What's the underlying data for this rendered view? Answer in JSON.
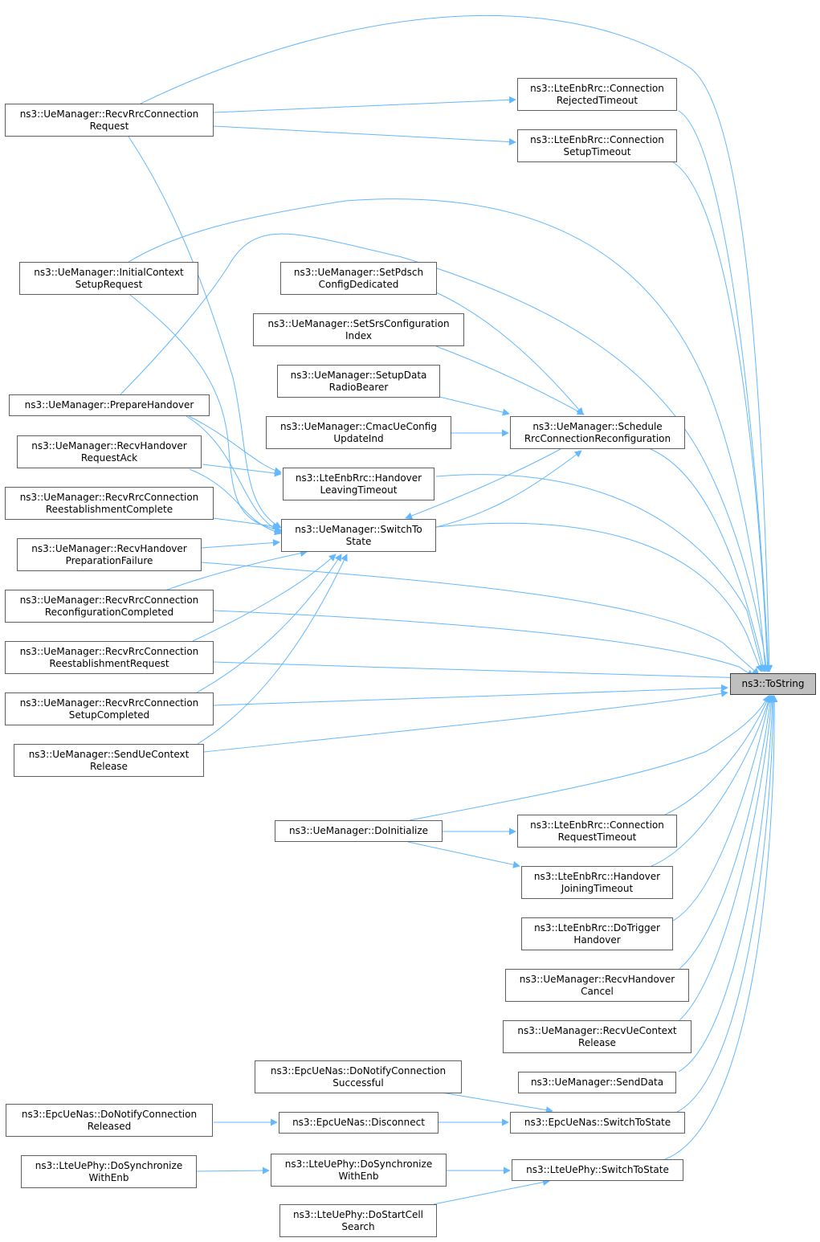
{
  "diagram": {
    "edge_color": "#63b8ff",
    "root_fill": "#bfbfbf",
    "nodes": {
      "tostring": [
        "ns3::ToString"
      ],
      "recv_rrc_conn_req": [
        "ns3::UeManager::RecvRrcConnection",
        "Request"
      ],
      "conn_rejected_timeout": [
        "ns3::LteEnbRrc::Connection",
        "RejectedTimeout"
      ],
      "conn_setup_timeout": [
        "ns3::LteEnbRrc::Connection",
        "SetupTimeout"
      ],
      "initial_context_setup": [
        "ns3::UeManager::InitialContext",
        "SetupRequest"
      ],
      "set_pdsch": [
        "ns3::UeManager::SetPdsch",
        "ConfigDedicated"
      ],
      "set_srs": [
        "ns3::UeManager::SetSrsConfiguration",
        "Index"
      ],
      "setup_data_rb": [
        "ns3::UeManager::SetupData",
        "RadioBearer"
      ],
      "cmac_ue_config": [
        "ns3::UeManager::CmacUeConfig",
        "UpdateInd"
      ],
      "schedule_rrc_reconf": [
        "ns3::UeManager::Schedule",
        "RrcConnectionReconfiguration"
      ],
      "prepare_handover": [
        "ns3::UeManager::PrepareHandover"
      ],
      "recv_handover_req_ack": [
        "ns3::UeManager::RecvHandover",
        "RequestAck"
      ],
      "handover_leaving_timeout": [
        "ns3::LteEnbRrc::Handover",
        "LeavingTimeout"
      ],
      "recv_reest_complete": [
        "ns3::UeManager::RecvRrcConnection",
        "ReestablishmentComplete"
      ],
      "switch_to_state": [
        "ns3::UeManager::SwitchTo",
        "State"
      ],
      "recv_handover_prep_failure": [
        "ns3::UeManager::RecvHandover",
        "PreparationFailure"
      ],
      "recv_reconf_completed": [
        "ns3::UeManager::RecvRrcConnection",
        "ReconfigurationCompleted"
      ],
      "recv_reest_request": [
        "ns3::UeManager::RecvRrcConnection",
        "ReestablishmentRequest"
      ],
      "recv_setup_completed": [
        "ns3::UeManager::RecvRrcConnection",
        "SetupCompleted"
      ],
      "send_ue_context_release": [
        "ns3::UeManager::SendUeContext",
        "Release"
      ],
      "do_initialize": [
        "ns3::UeManager::DoInitialize"
      ],
      "conn_request_timeout": [
        "ns3::LteEnbRrc::Connection",
        "RequestTimeout"
      ],
      "handover_joining_timeout": [
        "ns3::LteEnbRrc::Handover",
        "JoiningTimeout"
      ],
      "do_trigger_handover": [
        "ns3::LteEnbRrc::DoTrigger",
        "Handover"
      ],
      "recv_handover_cancel": [
        "ns3::UeManager::RecvHandover",
        "Cancel"
      ],
      "recv_ue_context_release": [
        "ns3::UeManager::RecvUeContext",
        "Release"
      ],
      "send_data": [
        "ns3::UeManager::SendData"
      ],
      "notify_conn_successful": [
        "ns3::EpcUeNas::DoNotifyConnection",
        "Successful"
      ],
      "notify_conn_released": [
        "ns3::EpcUeNas::DoNotifyConnection",
        "Released"
      ],
      "nas_disconnect": [
        "ns3::EpcUeNas::Disconnect"
      ],
      "nas_switch_to_state": [
        "ns3::EpcUeNas::SwitchToState"
      ],
      "phy_sync_enb_left": [
        "ns3::LteUePhy::DoSynchronize",
        "WithEnb"
      ],
      "phy_sync_enb_mid": [
        "ns3::LteUePhy::DoSynchronize",
        "WithEnb"
      ],
      "phy_switch_to_state": [
        "ns3::LteUePhy::SwitchToState"
      ],
      "phy_start_cell_search": [
        "ns3::LteUePhy::DoStartCell",
        "Search"
      ]
    }
  }
}
